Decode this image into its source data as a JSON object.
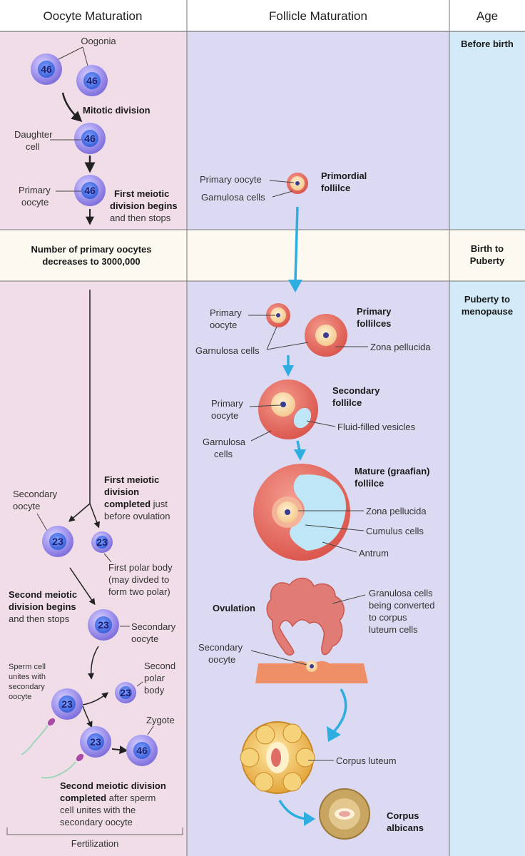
{
  "headers": {
    "oocyte": "Oocyte Maturation",
    "follicle": "Follicle Maturation",
    "age": "Age"
  },
  "ages": {
    "before_birth": "Before birth",
    "birth_1": "Birth to",
    "birth_2": "Puberty",
    "puberty_1": "Puberty to",
    "puberty_2": "menopause"
  },
  "band": {
    "line1": "Number of primary oocytes",
    "line2": "decreases to 3000,000"
  },
  "chromosomes": {
    "diploid": "46",
    "haploid": "23"
  },
  "oocyte_labels": {
    "oogonia": "Oogonia",
    "mitotic": "Mitotic division",
    "daughter_1": "Daughter",
    "daughter_2": "cell",
    "primary_1": "Primary",
    "primary_2": "oocyte",
    "fmd_1": "First meiotic",
    "fmd_2": "division begins",
    "fmd_3": "and then stops",
    "fmc_1": "First meiotic",
    "fmc_2": "division",
    "fmc_3b": "completed",
    "fmc_3r": " just",
    "fmc_4": "before ovulation",
    "sec_oocyte_1": "Secondary",
    "sec_oocyte_2": "oocyte",
    "fpb_1": "First polar body",
    "fpb_2": "(may divded to",
    "fpb_3": "form two polar)",
    "smd_1": "Second meiotic",
    "smd_2": "division begins",
    "smd_3": "and then stops",
    "sec2_1": "Secondary",
    "sec2_2": "oocyte",
    "sperm_1": "Sperm cell",
    "sperm_2": "unites with",
    "sperm_3": "secondary",
    "sperm_4": "oocyte",
    "spb_1": "Second",
    "spb_2": "polar",
    "spb_3": "body",
    "zygote": "Zygote",
    "smc_1": "Second meiotic division",
    "smc_2b": "completed",
    "smc_2r": " after sperm",
    "smc_3": "cell unites with the",
    "smc_4": "secondary oocyte",
    "fertilization": "Fertilization"
  },
  "follicle_labels": {
    "po_a": "Primary oocyte",
    "gc_a": "Garnulosa cells",
    "primordial_1": "Primordial",
    "primordial_2": "follilce",
    "po_b1": "Primary",
    "po_b2": "oocyte",
    "gc_b": "Garnulosa cells",
    "primary_f1": "Primary",
    "primary_f2": "follilces",
    "zona_b": "Zona pellucida",
    "po_c1": "Primary",
    "po_c2": "oocyte",
    "gc_c1": "Garnulosa",
    "gc_c2": "cells",
    "secondary_f1": "Secondary",
    "secondary_f2": "follilce",
    "fluid": "Fluid-filled vesicles",
    "mature_1": "Mature (graafian)",
    "mature_2": "follilce",
    "zona_d": "Zona pellucida",
    "cumulus": "Cumulus cells",
    "antrum": "Antrum",
    "ovulation": "Ovulation",
    "gran_1": "Granulosa cells",
    "gran_2": "being converted",
    "gran_3": "to corpus",
    "gran_4": "luteum cells",
    "so_1": "Secondary",
    "so_2": "oocyte",
    "luteum": "Corpus luteum",
    "albicans_1": "Corpus",
    "albicans_2": "albicans"
  }
}
